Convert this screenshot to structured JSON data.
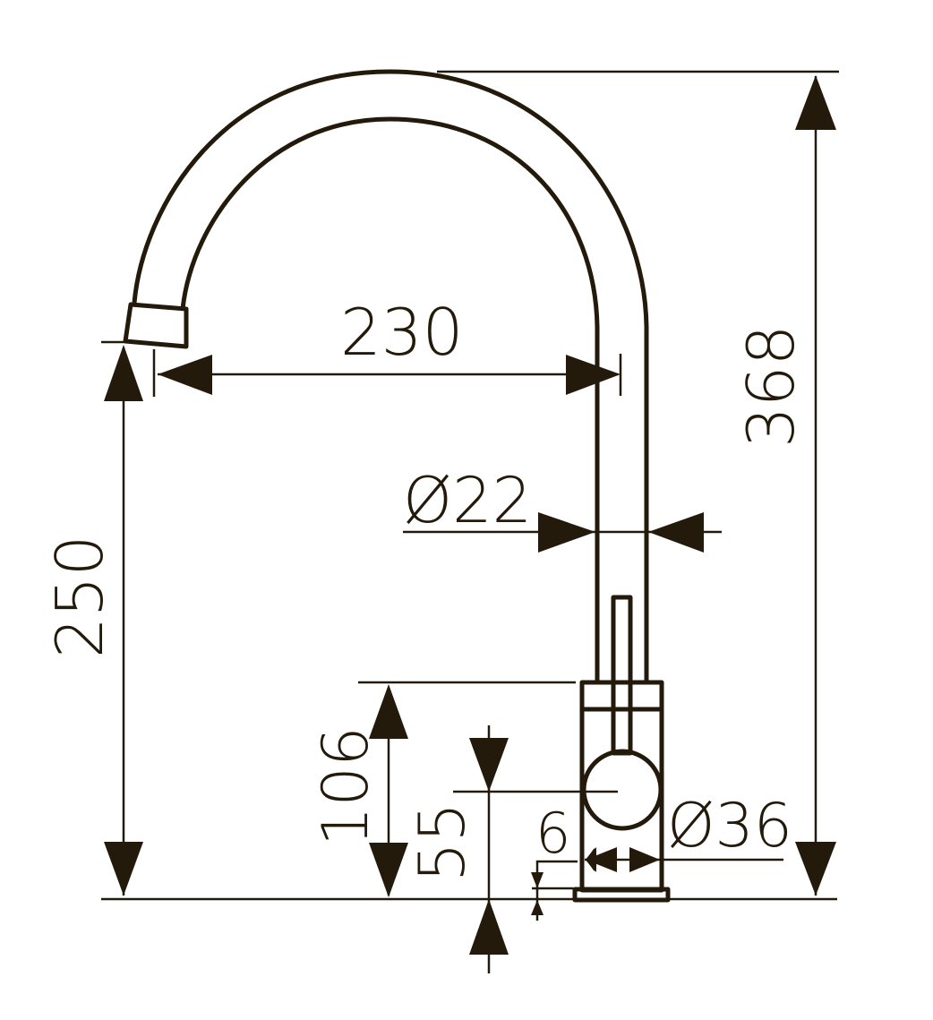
{
  "drawing": {
    "title": "Kitchen faucet dimensional drawing",
    "line_color": "#231a0b",
    "background": "#ffffff",
    "units": "mm"
  },
  "dimensions": {
    "spout_reach": {
      "label": "230",
      "orientation": "horizontal"
    },
    "total_height": {
      "label": "368",
      "orientation": "vertical"
    },
    "spout_outlet_height": {
      "label": "250",
      "orientation": "vertical"
    },
    "spout_pipe_diameter": {
      "label": "Ø22",
      "orientation": "horizontal"
    },
    "body_height": {
      "label": "106",
      "orientation": "vertical"
    },
    "handle_axis_height": {
      "label": "55",
      "orientation": "vertical"
    },
    "base_plate_thickness": {
      "label": "6",
      "orientation": "vertical"
    },
    "body_diameter": {
      "label": "Ø36",
      "orientation": "horizontal"
    }
  }
}
